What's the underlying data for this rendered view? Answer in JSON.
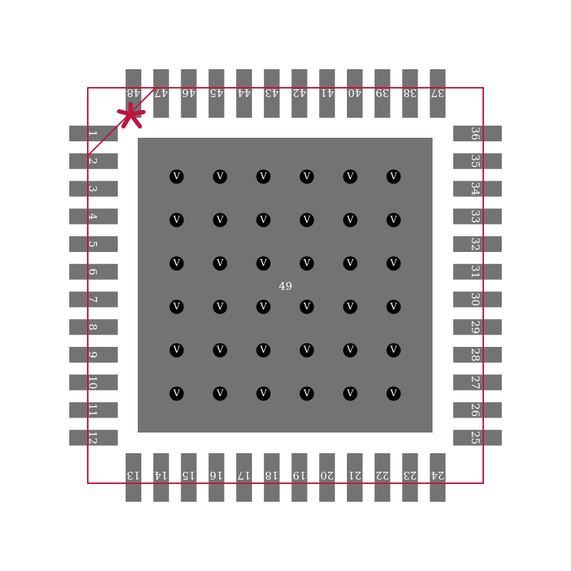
{
  "footprint": {
    "outline_color": "#c0143c",
    "pad_color": "#737373",
    "via_color": "#000000",
    "label_color": "#ffffff",
    "pins": {
      "left": [
        "1",
        "2",
        "3",
        "4",
        "5",
        "6",
        "7",
        "8",
        "9",
        "10",
        "11",
        "12"
      ],
      "bottom": [
        "13",
        "14",
        "15",
        "16",
        "17",
        "18",
        "19",
        "20",
        "21",
        "22",
        "23",
        "24"
      ],
      "right": [
        "25",
        "26",
        "27",
        "28",
        "29",
        "30",
        "31",
        "32",
        "33",
        "34",
        "35",
        "36"
      ],
      "top": [
        "37",
        "38",
        "39",
        "40",
        "41",
        "42",
        "43",
        "44",
        "45",
        "46",
        "47",
        "48"
      ]
    },
    "exposed_pad": {
      "label": "49",
      "via_label": "V",
      "via_rows": 6,
      "via_cols": 6
    },
    "pin1_marker": "asterisk"
  }
}
